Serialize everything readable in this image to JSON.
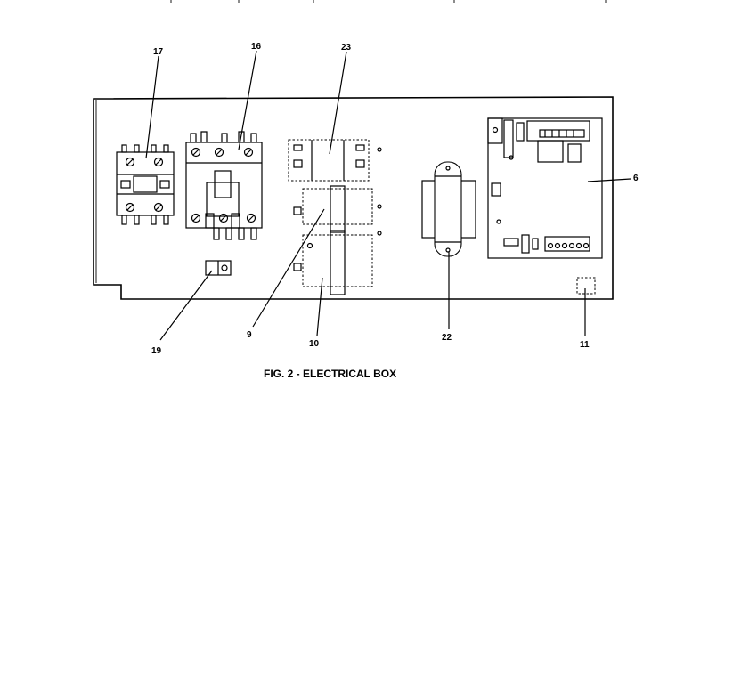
{
  "caption": "FIG. 2 - ELECTRICAL BOX",
  "callouts": {
    "c17": "17",
    "c16": "16",
    "c23": "23",
    "c6": "6",
    "c19": "19",
    "c9": "9",
    "c10": "10",
    "c22": "22",
    "c11": "11"
  }
}
